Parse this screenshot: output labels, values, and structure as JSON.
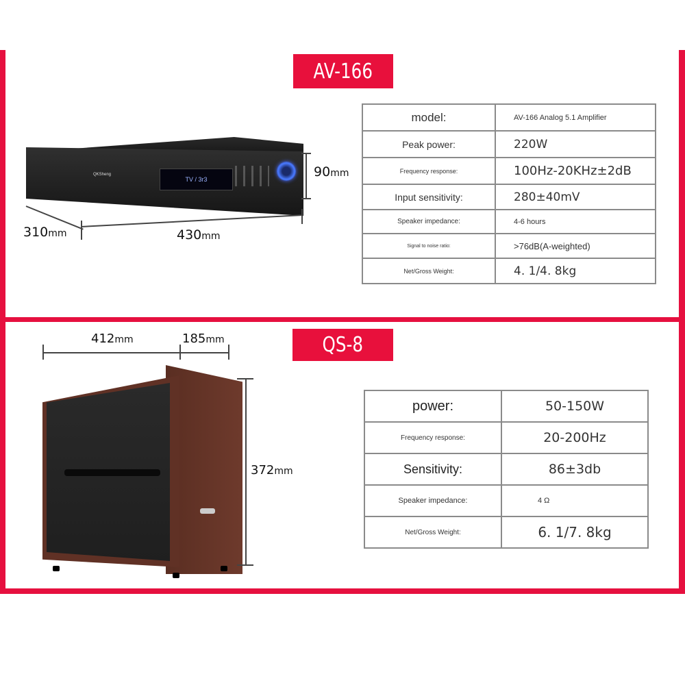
{
  "colors": {
    "frame_red": "#e6103f",
    "badge_red": "#e8103c",
    "table_border": "#8a8a8a"
  },
  "amplifier": {
    "model_badge": "AV-166",
    "dimensions": {
      "height": "90",
      "depth": "310",
      "width": "430",
      "unit": "mm"
    },
    "display_text": "TV / 3r3",
    "specs": [
      {
        "label": "model:",
        "value": "AV-166 Analog 5.1 Amplifier"
      },
      {
        "label": "Peak power:",
        "value": "220W"
      },
      {
        "label": "Frequency response:",
        "value": "100Hz-20KHz±2dB"
      },
      {
        "label": "Input sensitivity:",
        "value": "280±40mV"
      },
      {
        "label": "Speaker impedance:",
        "value": "4-6 hours"
      },
      {
        "label": "Signal to noise ratio:",
        "value": ">76dB(A-weighted)"
      },
      {
        "label": "Net/Gross Weight:",
        "value": "4. 1/4. 8kg"
      }
    ]
  },
  "subwoofer": {
    "model_badge": "QS-8",
    "dimensions": {
      "width": "412",
      "depth": "185",
      "height": "372",
      "unit": "mm"
    },
    "specs": [
      {
        "label": "power:",
        "value": "50-150W"
      },
      {
        "label": "Frequency response:",
        "value": "20-200Hz"
      },
      {
        "label": "Sensitivity:",
        "value": "86±3db"
      },
      {
        "label": "Speaker impedance:",
        "value": "4 Ω"
      },
      {
        "label": "Net/Gross Weight:",
        "value": "6. 1/7. 8kg"
      }
    ]
  }
}
